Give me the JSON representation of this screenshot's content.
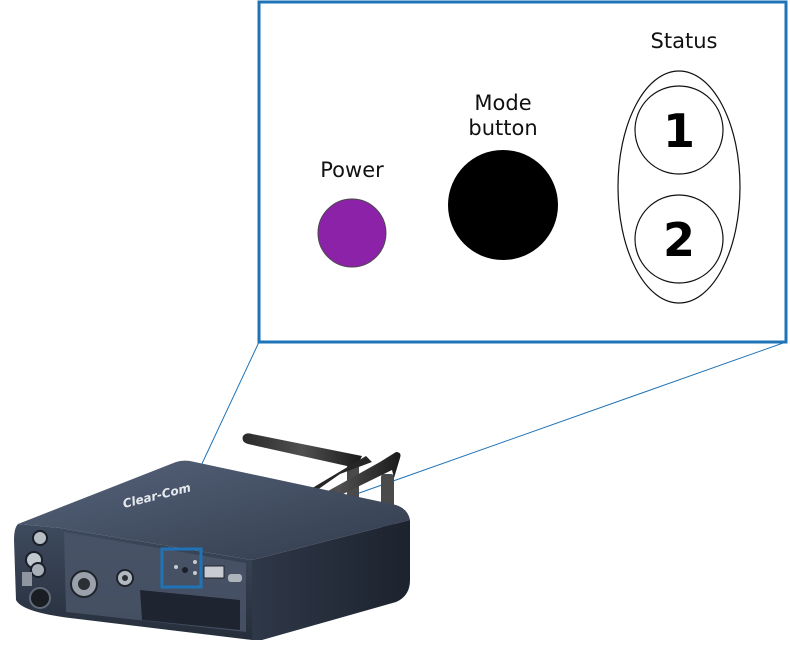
{
  "callout": {
    "power_label": "Power",
    "mode_label_line1": "Mode",
    "mode_label_line2": "button",
    "status_label": "Status",
    "status_led_1": "1",
    "status_led_2": "2"
  },
  "device": {
    "brand": "Clear-Com"
  },
  "colors": {
    "highlight_box": "#1f73b7",
    "power_led": "#8b22a8",
    "mode_button": "#000000",
    "device_body": "#3b4658"
  }
}
